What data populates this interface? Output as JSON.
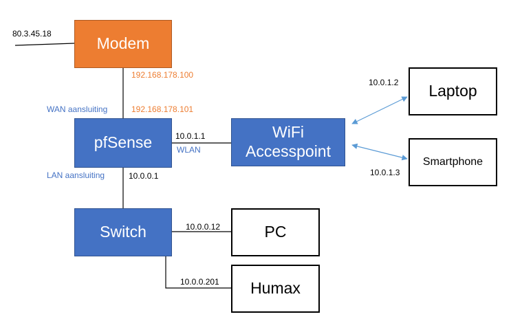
{
  "colors": {
    "orange": "#ed7d31",
    "blue": "#4472c4",
    "line": "#000000",
    "wireless": "#5b9bd5"
  },
  "nodes": {
    "modem": "Modem",
    "pfsense": "pfSense",
    "accesspoint_line1": "WiFi",
    "accesspoint_line2": "Accesspoint",
    "switch": "Switch",
    "laptop": "Laptop",
    "smartphone": "Smartphone",
    "pc": "PC",
    "humax": "Humax"
  },
  "labels": {
    "modem_external_ip": "80.3.45.18",
    "modem_lan_ip": "192.168.178.100",
    "pfsense_wan_ip": "192.168.178.101",
    "wan_port": "WAN aansluiting",
    "lan_port": "LAN aansluiting",
    "pfsense_lan_ip": "10.0.0.1",
    "pfsense_wlan_ip": "10.0.1.1",
    "wlan": "WLAN",
    "laptop_ip": "10.0.1.2",
    "smartphone_ip": "10.0.1.3",
    "pc_ip": "10.0.0.12",
    "humax_ip": "10.0.0.201"
  }
}
